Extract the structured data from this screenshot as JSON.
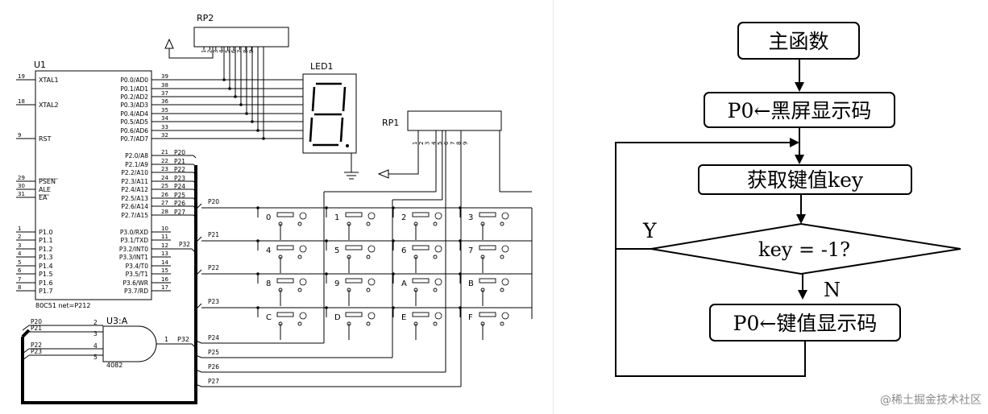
{
  "schematic": {
    "u1": {
      "designator": "U1",
      "footer": "80C51 net=P212",
      "left_pins": [
        {
          "num": "19",
          "name": "XTAL1"
        },
        {
          "num": "18",
          "name": "XTAL2"
        },
        {
          "num": "9",
          "name": "RST"
        },
        {
          "num": "29",
          "name": "PSEN"
        },
        {
          "num": "30",
          "name": "ALE"
        },
        {
          "num": "31",
          "name": "EA"
        },
        {
          "num": "1",
          "name": "P1.0"
        },
        {
          "num": "2",
          "name": "P1.1"
        },
        {
          "num": "3",
          "name": "P1.2"
        },
        {
          "num": "4",
          "name": "P1.3"
        },
        {
          "num": "5",
          "name": "P1.4"
        },
        {
          "num": "6",
          "name": "P1.5"
        },
        {
          "num": "7",
          "name": "P1.6"
        },
        {
          "num": "8",
          "name": "P1.7"
        }
      ],
      "p0_pins": [
        {
          "num": "39",
          "name": "P0.0/AD0"
        },
        {
          "num": "38",
          "name": "P0.1/AD1"
        },
        {
          "num": "37",
          "name": "P0.2/AD2"
        },
        {
          "num": "36",
          "name": "P0.3/AD3"
        },
        {
          "num": "35",
          "name": "P0.4/AD4"
        },
        {
          "num": "34",
          "name": "P0.5/AD5"
        },
        {
          "num": "33",
          "name": "P0.6/AD6"
        },
        {
          "num": "32",
          "name": "P0.7/AD7"
        }
      ],
      "p2_pins": [
        {
          "num": "21",
          "name": "P2.0/A8",
          "net": "P20"
        },
        {
          "num": "22",
          "name": "P2.1/A9",
          "net": "P21"
        },
        {
          "num": "23",
          "name": "P2.2/A10",
          "net": "P22"
        },
        {
          "num": "24",
          "name": "P2.3/A11",
          "net": "P23"
        },
        {
          "num": "25",
          "name": "P2.4/A12",
          "net": "P24"
        },
        {
          "num": "26",
          "name": "P2.5/A13",
          "net": "P25"
        },
        {
          "num": "27",
          "name": "P2.6/A14",
          "net": "P26"
        },
        {
          "num": "28",
          "name": "P2.7/A15",
          "net": "P27"
        }
      ],
      "p3_pins": [
        {
          "num": "10",
          "name": "P3.0/RXD"
        },
        {
          "num": "11",
          "name": "P3.1/TXD"
        },
        {
          "num": "12",
          "name": "P3.2/INT0",
          "net": "P32"
        },
        {
          "num": "13",
          "name": "P3.3/INT1"
        },
        {
          "num": "14",
          "name": "P3.4/T0"
        },
        {
          "num": "15",
          "name": "P3.5/T1"
        },
        {
          "num": "16",
          "name": "P3.6/WR"
        },
        {
          "num": "17",
          "name": "P3.7/RD"
        }
      ]
    },
    "rp2": {
      "designator": "RP2",
      "pins": [
        "1",
        "2",
        "3",
        "4",
        "5",
        "6",
        "7",
        "8",
        "9"
      ]
    },
    "rp1": {
      "designator": "RP1",
      "pins": [
        "1",
        "2",
        "3",
        "4",
        "5",
        "6",
        "7",
        "8",
        "9"
      ]
    },
    "led": {
      "designator": "LED1"
    },
    "u3": {
      "designator": "U3:A",
      "part": "4082",
      "inputs": [
        {
          "net": "P20",
          "pin": "2"
        },
        {
          "net": "P21",
          "pin": "3"
        },
        {
          "net": "P22",
          "pin": "4"
        },
        {
          "net": "P23",
          "pin": "5"
        }
      ],
      "output_pin": "1",
      "output_net": "P32"
    },
    "keypad": {
      "row_nets": [
        "P20",
        "P21",
        "P22",
        "P23"
      ],
      "col_nets": [
        "P24",
        "P25",
        "P26",
        "P27"
      ],
      "keys": [
        [
          "0",
          "1",
          "2",
          "3"
        ],
        [
          "4",
          "5",
          "6",
          "7"
        ],
        [
          "8",
          "9",
          "A",
          "B"
        ],
        [
          "C",
          "D",
          "E",
          "F"
        ]
      ],
      "bus_net": "P32"
    }
  },
  "flowchart": {
    "start": "主函数",
    "step1": "P0←黑屏显示码",
    "step2": "获取键值key",
    "decision": "key = -1?",
    "yes_label": "Y",
    "no_label": "N",
    "step3": "P0←键值显示码"
  },
  "watermark": "@稀土掘金技术社区",
  "colors": {
    "line": "#000000",
    "background": "#ffffff",
    "panel_border": "#e6e6e6",
    "watermark": "#8c8c8c"
  }
}
